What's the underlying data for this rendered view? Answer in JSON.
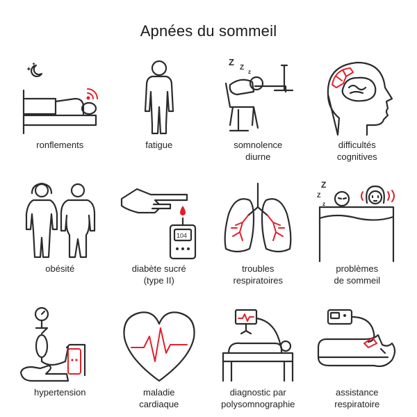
{
  "title": "Apnées du sommeil",
  "icon_colors": {
    "stroke": "#2b2b2b",
    "accent": "#e0202c"
  },
  "symptoms": [
    {
      "icon": "snoring-icon",
      "lines": [
        "ronflements"
      ]
    },
    {
      "icon": "fatigue-icon",
      "lines": [
        "fatigue"
      ]
    },
    {
      "icon": "sleepy-desk-icon",
      "lines": [
        "somnolence",
        "diurne"
      ]
    },
    {
      "icon": "brain-icon",
      "lines": [
        "difficultés",
        "cognitives"
      ]
    },
    {
      "icon": "obesity-icon",
      "lines": [
        "obésité"
      ]
    },
    {
      "icon": "glucose-meter-icon",
      "lines": [
        "diabète sucré",
        "(type II)"
      ]
    },
    {
      "icon": "lungs-icon",
      "lines": [
        "troubles",
        "respiratoires"
      ]
    },
    {
      "icon": "couple-in-bed-icon",
      "lines": [
        "problèmes",
        "de sommeil"
      ]
    },
    {
      "icon": "blood-pressure-icon",
      "lines": [
        "hypertension"
      ]
    },
    {
      "icon": "heart-pulse-icon",
      "lines": [
        "maladie",
        "cardiaque"
      ]
    },
    {
      "icon": "polysomnography-icon",
      "lines": [
        "diagnostic par",
        "polysomnographie"
      ]
    },
    {
      "icon": "cpap-icon",
      "lines": [
        "assistance",
        "respiratoire"
      ]
    }
  ]
}
